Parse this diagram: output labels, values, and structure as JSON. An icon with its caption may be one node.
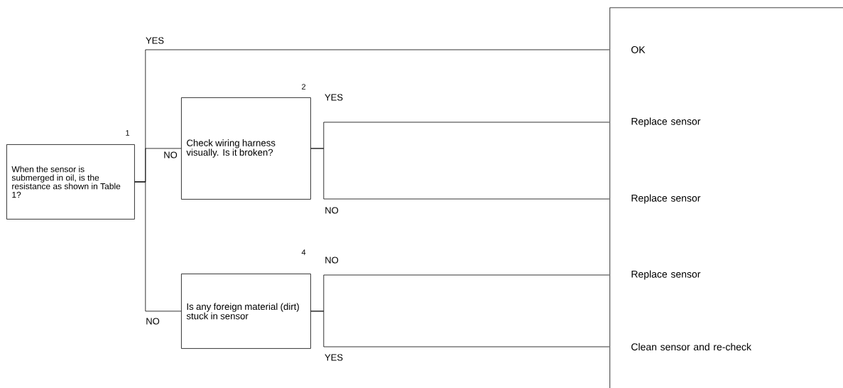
{
  "diagram": {
    "nodes": [
      {
        "text": [
          "When the sensor is submerged in oil, is the resistance as shown in Table 1?"
        ],
        "beside": [
          "1"
        ]
      },
      {
        "text": [
          "Check wiring harness visually. Is it broken?"
        ],
        "beside": [
          "2"
        ]
      },
      {
        "text": [
          "Is any foreign material (dirt) stuck in sensor"
        ],
        "beside": [
          "4"
        ]
      },
      {
        "text": [],
        "shape": "box"
      },
      {
        "text": [
          "OK"
        ],
        "in": 3
      },
      {
        "text": [
          "Replace sensor"
        ],
        "in": 3
      },
      {
        "text": [
          "Replace sensor"
        ],
        "in": 3
      },
      {
        "text": [
          "Replace sensor"
        ],
        "in": 3
      },
      {
        "text": [
          "Clean sensor and re-check"
        ],
        "in": 3
      }
    ],
    "edges": [
      {
        "from": 0,
        "to": 4,
        "arrow": "none",
        "label": "YES"
      },
      {
        "from": 0,
        "to": 1,
        "arrow": "none",
        "label": "NO"
      },
      {
        "from": 0,
        "to": 2,
        "arrow": "none",
        "label": "NO"
      },
      {
        "from": 1,
        "to": 5,
        "arrow": "none",
        "label": "YES"
      },
      {
        "from": 1,
        "to": 6,
        "arrow": "none",
        "label": "NO"
      },
      {
        "from": 2,
        "to": 7,
        "arrow": "none",
        "label": "NO"
      },
      {
        "from": 2,
        "to": 8,
        "arrow": "none",
        "label": "YES"
      }
    ]
  }
}
